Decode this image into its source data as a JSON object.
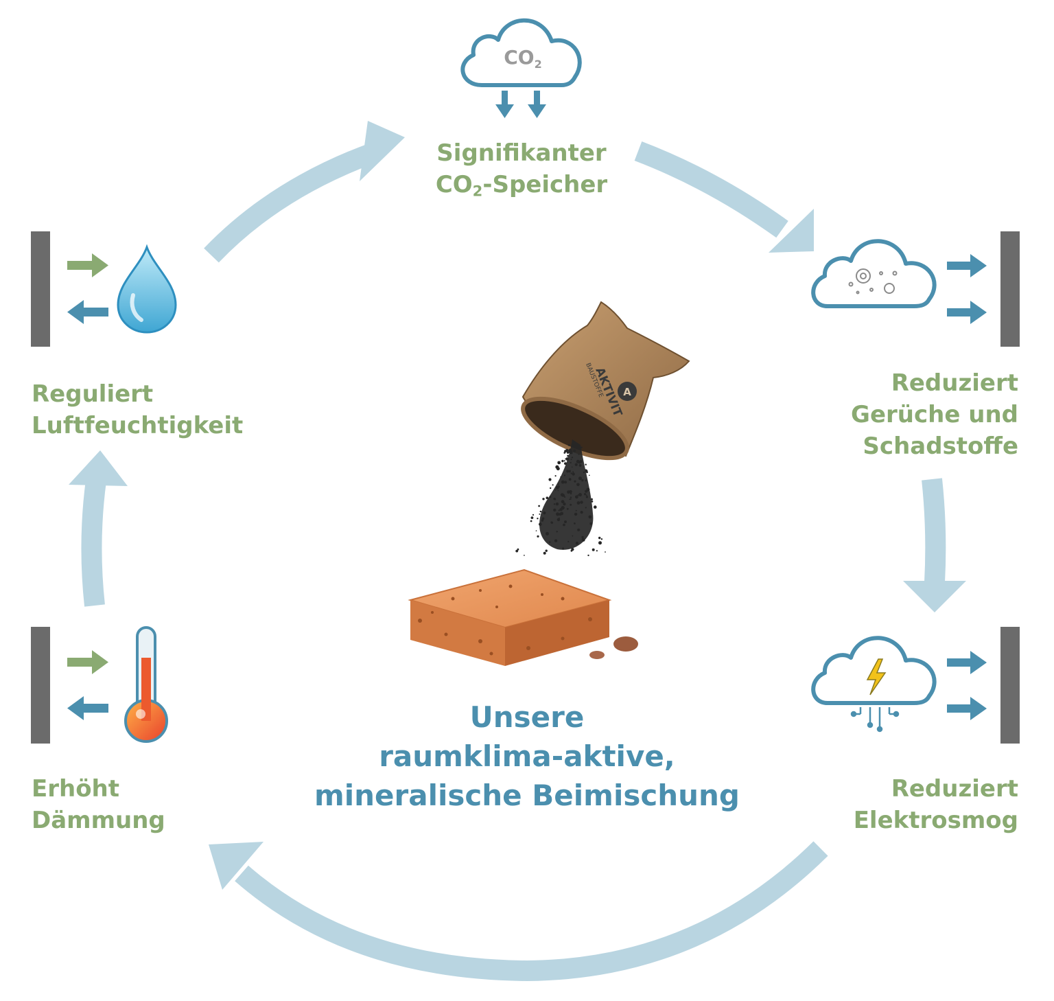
{
  "cycle": {
    "center_title": {
      "line1": "Unsere",
      "line2": "raumklima-aktive,",
      "line3": "mineralische Beimischung"
    },
    "benefits": [
      {
        "id": "co2",
        "line1": "Signifikanter",
        "line2_prefix": "CO",
        "line2_sub": "2",
        "line2_suffix": "-Speicher",
        "icon": "co2-cloud-icon"
      },
      {
        "id": "odors",
        "line1": "Reduziert",
        "line2": "Gerüche und",
        "line3": "Schadstoffe",
        "icon": "pollutant-cloud-icon"
      },
      {
        "id": "electrosmog",
        "line1": "Reduziert",
        "line2": "Elektrosmog",
        "icon": "lightning-cloud-icon"
      },
      {
        "id": "insulation",
        "line1": "Erhöht",
        "line2": "Dämmung",
        "icon": "thermometer-icon"
      },
      {
        "id": "humidity",
        "line1": "Reguliert",
        "line2": "Luftfeuchtigkeit",
        "icon": "water-drop-icon"
      }
    ],
    "cloud_co2_label": {
      "prefix": "CO",
      "sub": "2"
    },
    "bag_brand": {
      "name": "AKTIVIT",
      "tagline": "BAUSTOFFE",
      "logo_letter": "A"
    }
  },
  "colors": {
    "label_green": "#8aaa72",
    "title_blue": "#4b8fae",
    "cycle_arrow": "#b9d5e1",
    "icon_blue": "#4b8fae",
    "arrow_green": "#8aaa72",
    "wall_gray": "#6b6b6b",
    "brick": "#e08a50"
  }
}
